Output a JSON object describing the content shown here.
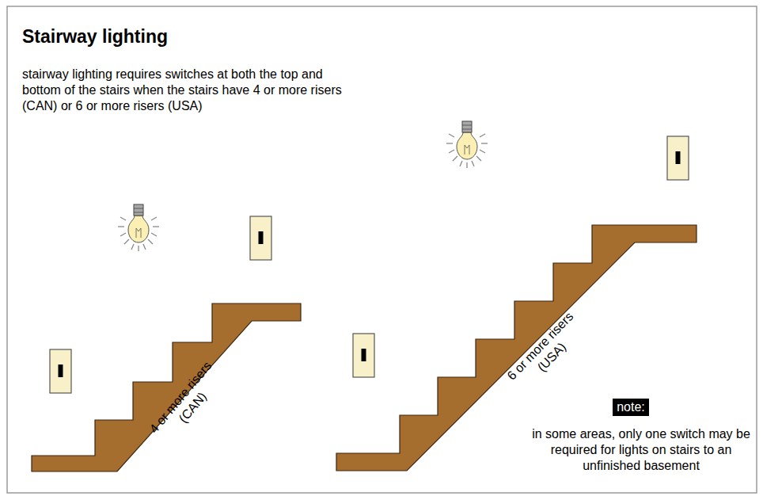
{
  "diagram": {
    "title": "Stairway lighting",
    "nodes": [
      {
        "text": [
          "note:"
        ]
      }
    ],
    "labels": [
      "stairway lighting requires switches at both the top and bottom of the stairs when the stairs have 4 or more risers (CAN) or 6 or more risers (USA)",
      "4 or more risers (CAN)",
      "6 or more risers (USA)",
      "in some areas, only one switch may be required for lights on stairs to an unfinished basement"
    ]
  }
}
